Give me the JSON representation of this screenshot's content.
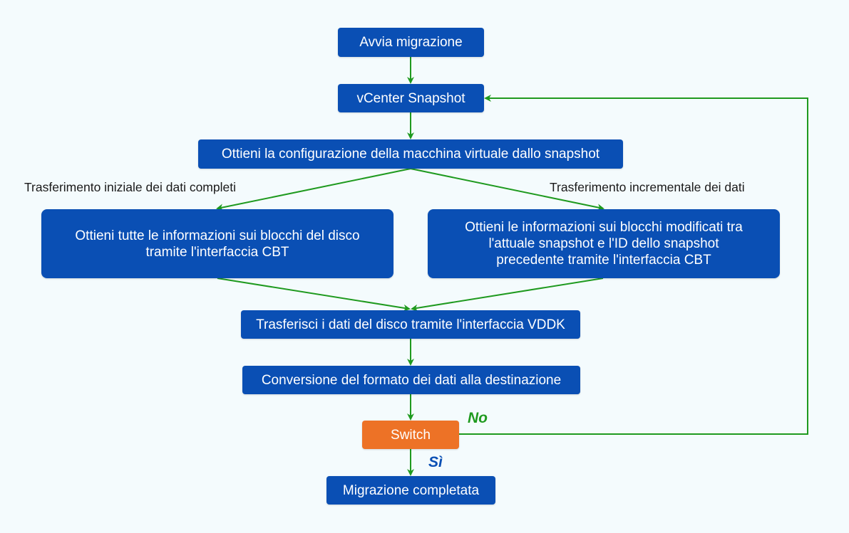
{
  "nodes": {
    "start": "Avvia migrazione",
    "snapshot": "vCenter Snapshot",
    "get_config": "Ottieni la configurazione della macchina virtuale dallo snapshot",
    "full_info": [
      "Ottieni tutte le informazioni sui blocchi del disco",
      "tramite l'interfaccia CBT"
    ],
    "incr_info": [
      "Ottieni le informazioni sui blocchi modificati tra",
      "l'attuale snapshot e l'ID dello snapshot",
      "precedente tramite l'interfaccia CBT"
    ],
    "transfer": "Trasferisci i dati del disco tramite l'interfaccia VDDK",
    "convert": "Conversione del formato dei dati alla destinazione",
    "switch": "Switch",
    "done": "Migrazione completata"
  },
  "branch_labels": {
    "full": "Trasferimento iniziale dei dati completi",
    "incremental": "Trasferimento incrementale dei dati"
  },
  "decision_labels": {
    "no": "No",
    "yes": "Sì"
  },
  "colors": {
    "node_blue": "#0a4fb4",
    "node_orange": "#ed7226",
    "connector_green": "#1f9a1f",
    "no_label": "#1f9a1f",
    "yes_label": "#0a4fb4",
    "background": "#f4fbfd"
  }
}
